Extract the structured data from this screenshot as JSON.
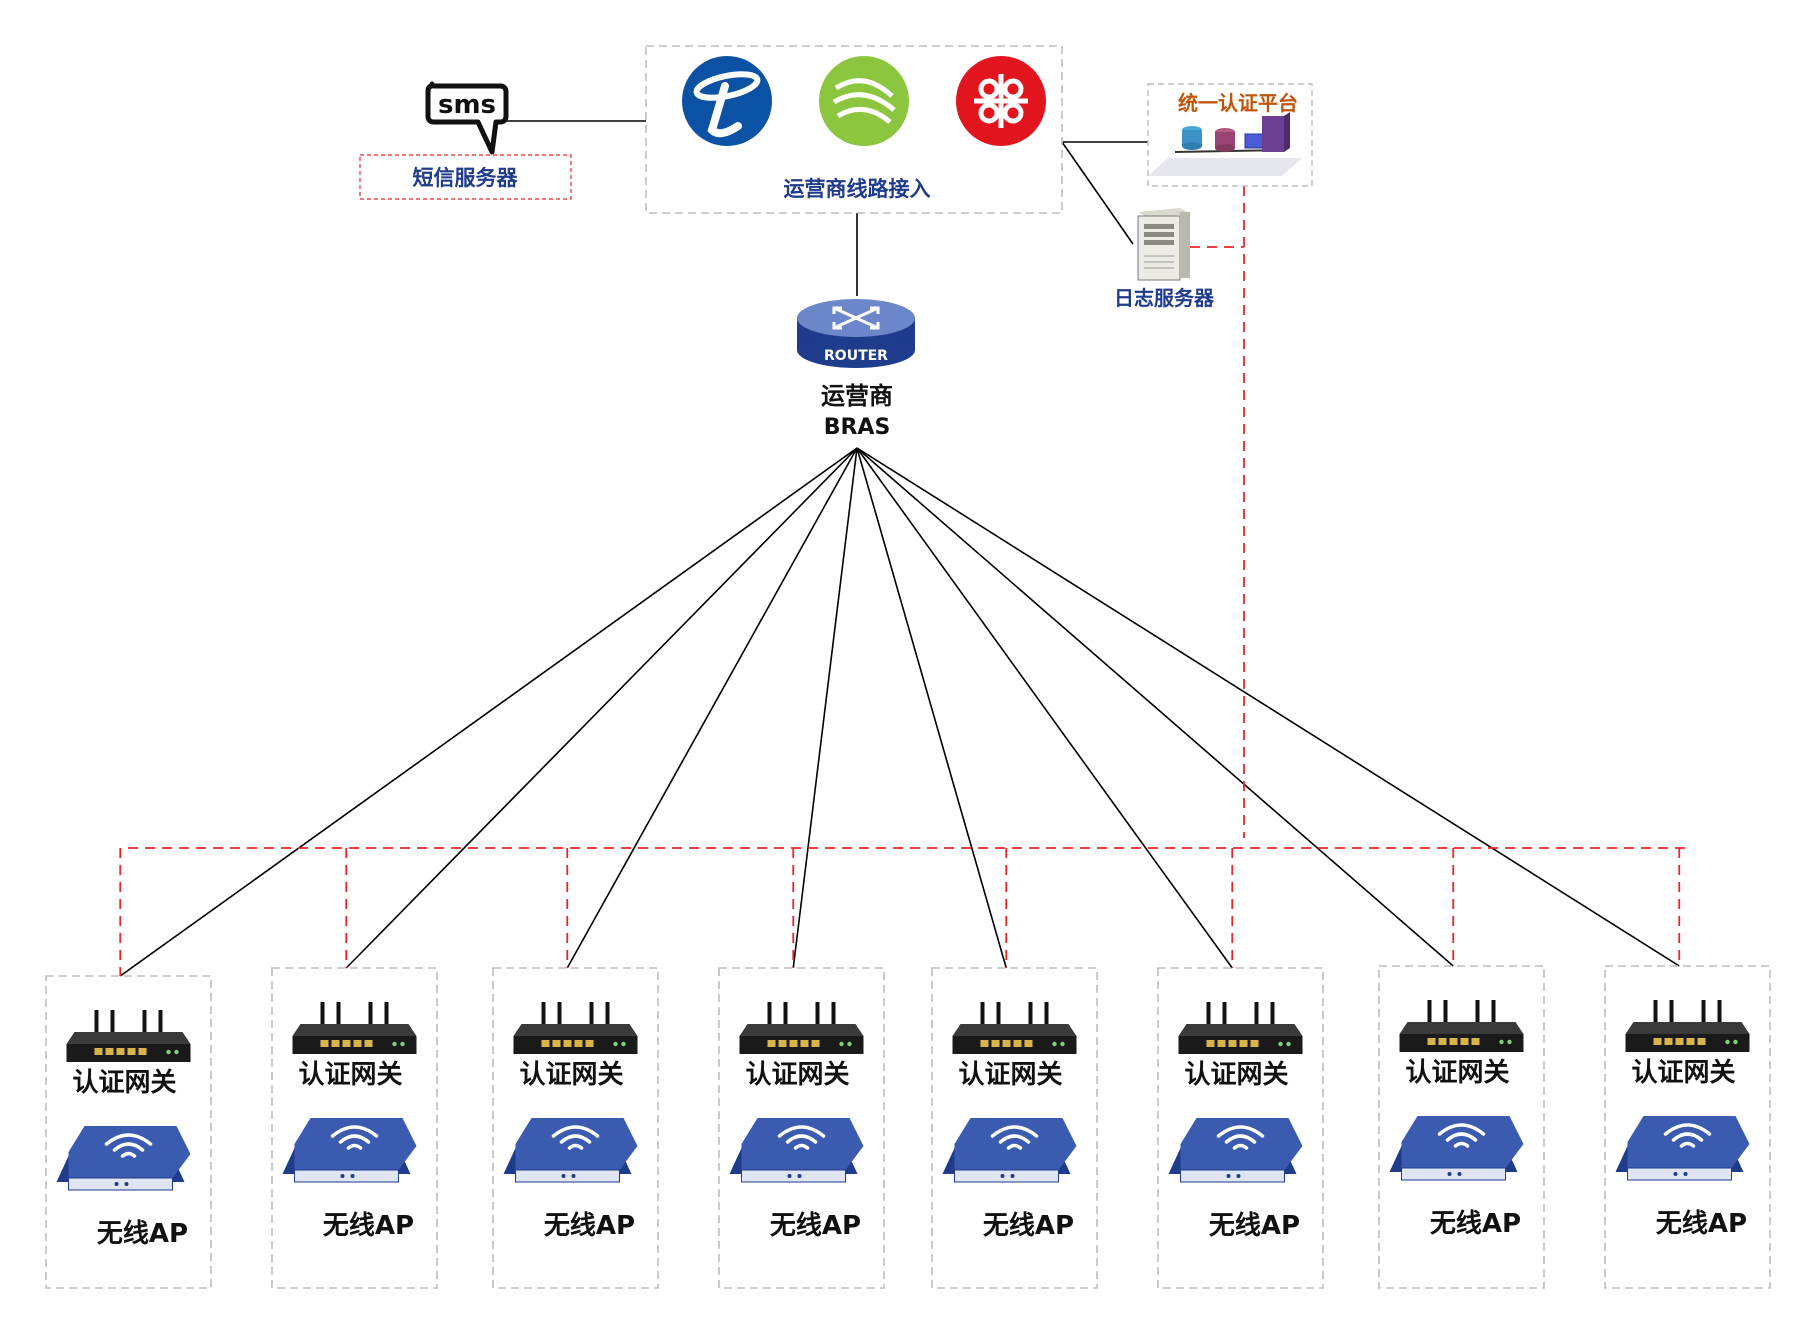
{
  "carrier_box": {
    "label": "运营商线路接入",
    "carriers": [
      {
        "name": "china-telecom",
        "color": "#0b52a5"
      },
      {
        "name": "china-mobile",
        "color": "#8cc63e"
      },
      {
        "name": "china-unicom",
        "color": "#e2141d"
      }
    ]
  },
  "sms_server": {
    "icon_text": "sms",
    "label": "短信服务器"
  },
  "auth_platform": {
    "label": "统一认证平台"
  },
  "log_server": {
    "label": "日志服务器"
  },
  "bras": {
    "icon_text": "ROUTER",
    "label_line1": "运营商",
    "label_line2": "BRAS"
  },
  "sites": [
    {
      "gateway_label": "认证网关",
      "ap_label": "无线AP"
    },
    {
      "gateway_label": "认证网关",
      "ap_label": "无线AP"
    },
    {
      "gateway_label": "认证网关",
      "ap_label": "无线AP"
    },
    {
      "gateway_label": "认证网关",
      "ap_label": "无线AP"
    },
    {
      "gateway_label": "认证网关",
      "ap_label": "无线AP"
    },
    {
      "gateway_label": "认证网关",
      "ap_label": "无线AP"
    },
    {
      "gateway_label": "认证网关",
      "ap_label": "无线AP"
    },
    {
      "gateway_label": "认证网关",
      "ap_label": "无线AP"
    }
  ],
  "colors": {
    "solid_link": "#000000",
    "auth_link": "#e8262a",
    "box_border": "#bdbdbd",
    "label_blue": "#1f3b8c",
    "label_orange": "#c0550a",
    "device_blue": "#27468f"
  }
}
